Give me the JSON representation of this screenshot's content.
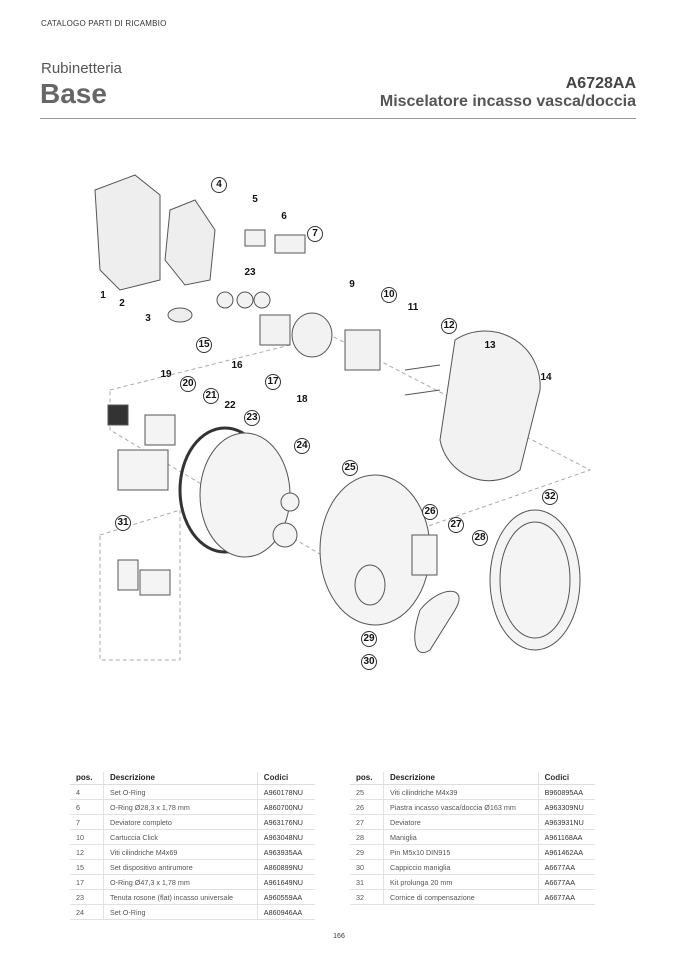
{
  "header": {
    "catalog": "CATALOGO PARTI DI RICAMBIO",
    "category": "Rubinetteria",
    "series": "Base",
    "code": "A6728AA",
    "model": "Miscelatore incasso vasca/doccia"
  },
  "diagram": {
    "callouts": [
      "4",
      "5",
      "6",
      "7",
      "23",
      "9",
      "1",
      "2",
      "3",
      "10",
      "11",
      "12",
      "15",
      "16",
      "17",
      "18",
      "13",
      "14",
      "19",
      "20",
      "21",
      "22",
      "23",
      "24",
      "25",
      "26",
      "27",
      "28",
      "32",
      "31",
      "29",
      "30"
    ]
  },
  "table_headers": {
    "pos": "pos.",
    "desc": "Descrizione",
    "code": "Codici"
  },
  "table_left": [
    {
      "pos": "4",
      "desc": "Set O-Ring",
      "code": "A960178NU"
    },
    {
      "pos": "6",
      "desc": "O-Ring Ø28,3 x 1,78 mm",
      "code": "A860700NU"
    },
    {
      "pos": "7",
      "desc": "Deviatore completo",
      "code": "A963176NU"
    },
    {
      "pos": "10",
      "desc": "Cartuccia Click",
      "code": "A963048NU"
    },
    {
      "pos": "12",
      "desc": "Viti cilindriche M4x69",
      "code": "A963935AA"
    },
    {
      "pos": "15",
      "desc": "Set dispositivo antirumore",
      "code": "A860899NU"
    },
    {
      "pos": "17",
      "desc": "O-Ring Ø47,3 x 1,78 mm",
      "code": "A961649NU"
    },
    {
      "pos": "23",
      "desc": "Tenuta rosone (flat) incasso universale",
      "code": "A960559AA"
    },
    {
      "pos": "24",
      "desc": "Set O-Ring",
      "code": "A860946AA"
    }
  ],
  "table_right": [
    {
      "pos": "25",
      "desc": "Viti cilindriche M4x39",
      "code": "B960895AA"
    },
    {
      "pos": "26",
      "desc": "Piastra incasso vasca/doccia Ø163 mm",
      "code": "A963309NU"
    },
    {
      "pos": "27",
      "desc": "Deviatore",
      "code": "A963931NU"
    },
    {
      "pos": "28",
      "desc": "Maniglia",
      "code": "A961168AA"
    },
    {
      "pos": "29",
      "desc": "Pin M5x10 DIN915",
      "code": "A961462AA"
    },
    {
      "pos": "30",
      "desc": "Cappiccio maniglia",
      "code": "A6677AA"
    },
    {
      "pos": "31",
      "desc": " Kit prolunga 20 mm",
      "code": "A6677AA"
    },
    {
      "pos": "32",
      "desc": "Cornice di compensazione",
      "code": "A6677AA"
    }
  ],
  "page_number": "166"
}
